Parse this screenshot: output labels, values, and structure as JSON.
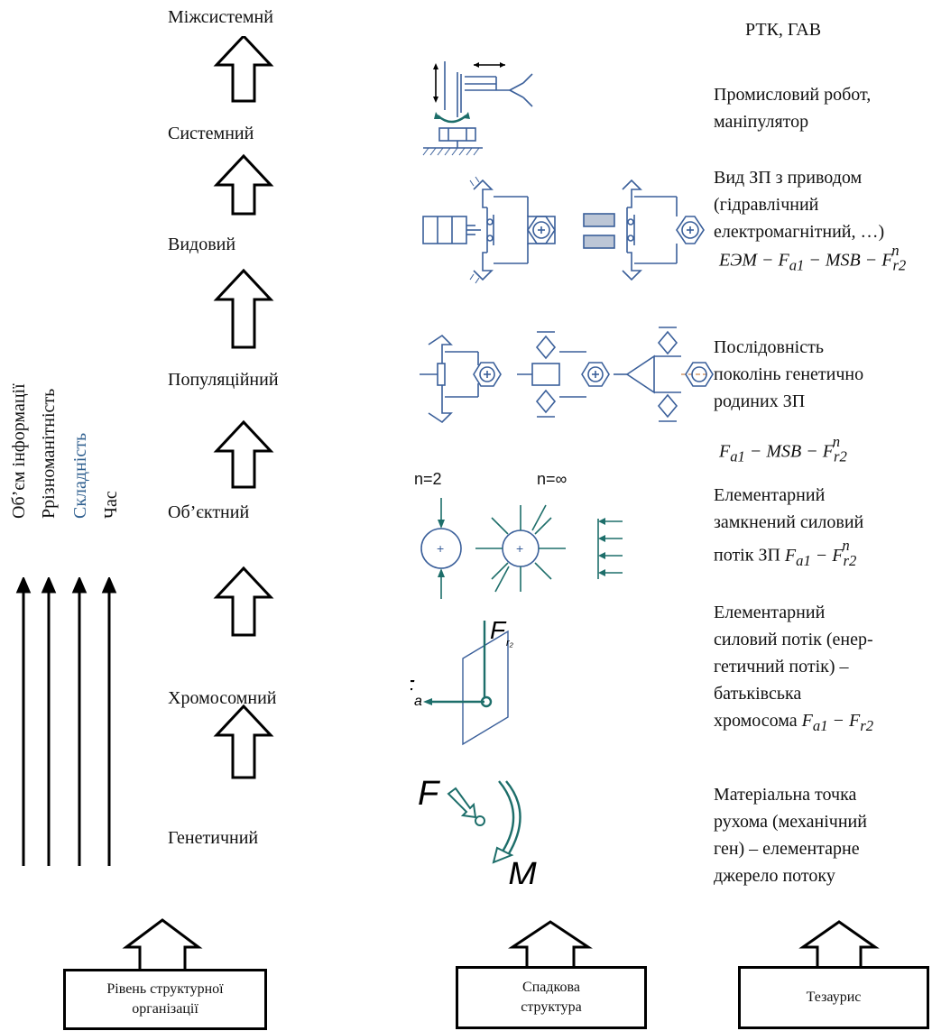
{
  "levels": {
    "intersystem": "Міжсистемнй",
    "system": "Системний",
    "species": "Видовий",
    "population": "Популяційний",
    "object": "Об’єктний",
    "chromosome": "Хромосомний",
    "genetic": "Генетичний"
  },
  "axes": {
    "info": "Об’єм інформації",
    "diversity": "Ррізноманітність",
    "complexity": "Складність",
    "time": "Час"
  },
  "right": {
    "top": "РТК, ГАВ",
    "robot": [
      "Промисловий робот,",
      "маніпулятор"
    ],
    "drive": [
      "Вид ЗП з приводом",
      "(гідравлічний",
      "електромагнітний, …)"
    ],
    "drive_formula": "ЕЭМ − F",
    "sequence": [
      "Послідовність",
      "поколінь генетично",
      "родиних ЗП"
    ],
    "elem_closed": [
      "Елементарний",
      "замкнений силовий",
      "потік ЗП"
    ],
    "elem_flow": [
      "Елементарний",
      "силовий потік (енер-",
      "гетичний потік) –",
      "батьківська",
      "хромосома"
    ],
    "material": [
      "Матеріальна точка",
      "рухома (механічний",
      "ген) – елементарне",
      "джерело потоку"
    ]
  },
  "formulas": {
    "drive": "ЕЭМ − F<sub>a1</sub> − MSB − F<sup>n</sup><sub>r2</sub>",
    "sequence": "F<sub>a1</sub> − MSB − F<sup>n</sup><sub>r2</sub>",
    "closed": "F<sub>a1</sub> − F<sup>n</sup><sub>r2</sub>",
    "chromosome": "F<sub>a1</sub> − F<sub>r2</sub>"
  },
  "diagram_labels": {
    "n2": "n=2",
    "ninf": "n=∞",
    "Fa": "F",
    "Fa_sub": "a",
    "Fr": "F",
    "Fr_sub": "r₂",
    "F": "F",
    "M": "M"
  },
  "boxes": {
    "level_org": [
      "Рівень структурної",
      "організації"
    ],
    "heredity": [
      "Спадкова",
      "структура"
    ],
    "thesaurus": "Тезаурис"
  },
  "colors": {
    "blue": "#3a5f9a",
    "teal": "#1d6e6a",
    "complexity_text": "#2f5f8f"
  }
}
